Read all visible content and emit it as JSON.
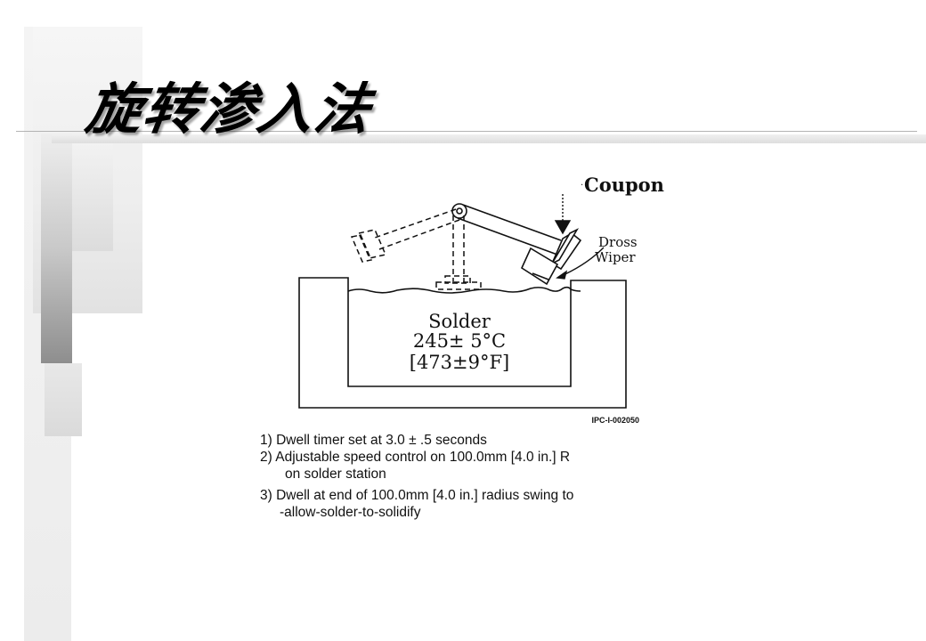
{
  "slide": {
    "title": "旋转渗入法"
  },
  "figure": {
    "labels": {
      "coupon": "Coupon",
      "dross": "Dross",
      "wiper": "Wiper",
      "solder": "Solder",
      "temp_c": "245± 5°C",
      "temp_f": "[473±9°F]",
      "figure_id": "IPC-I-002050"
    },
    "notes": [
      {
        "line1": "1)  Dwell timer set at 3.0 ± .5 seconds"
      },
      {
        "line1": "2) Adjustable speed control on 100.0mm [4.0 in.] R",
        "line2": "on solder station"
      },
      {
        "line1": "3)  Dwell at end of 100.0mm [4.0 in.] radius swing to",
        "line2": "-allow-solder-to-solidify"
      }
    ]
  }
}
